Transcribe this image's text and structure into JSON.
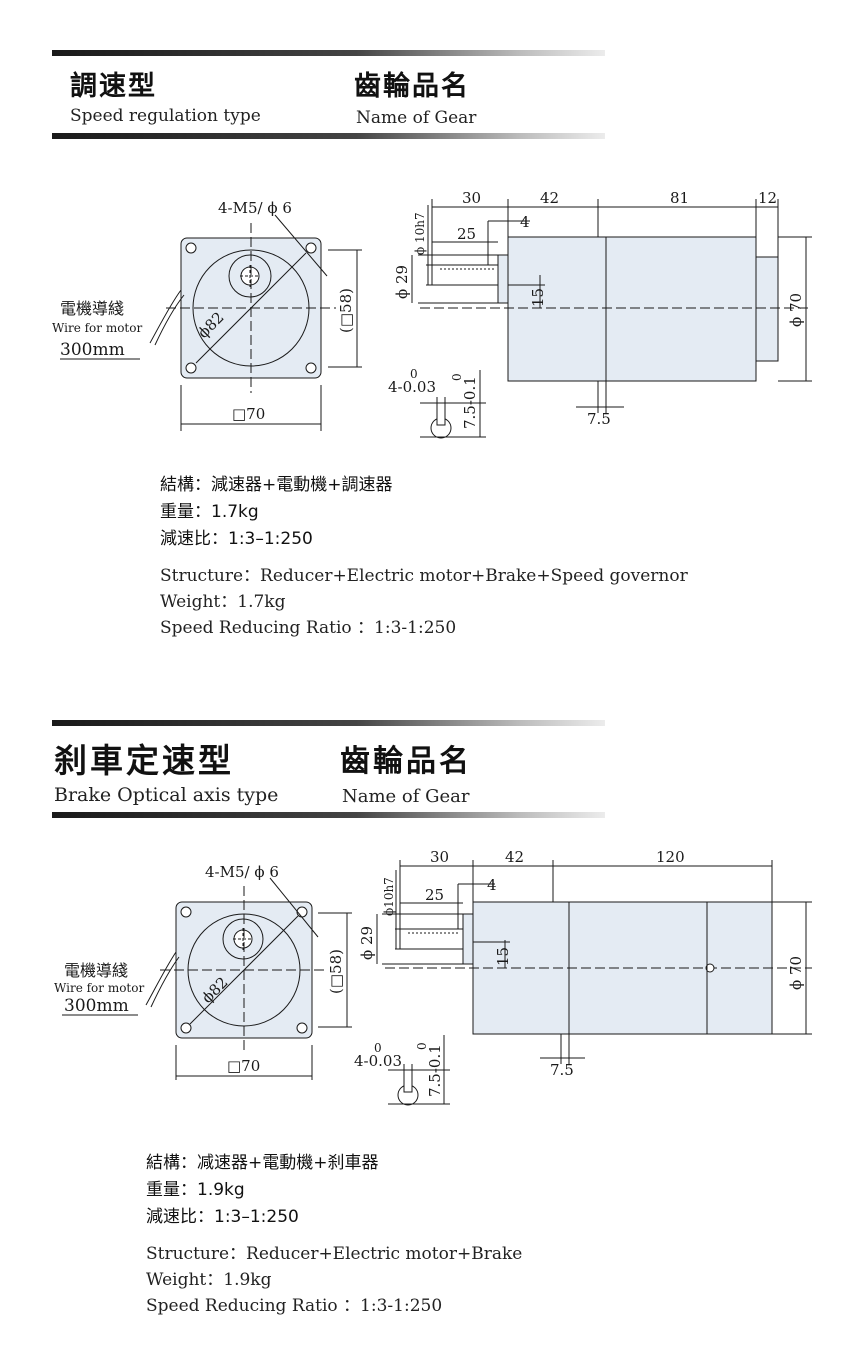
{
  "sections": [
    {
      "type_cn": "調速型",
      "type_en": "Speed regulation type",
      "gear_cn": "齒輪品名",
      "gear_en": "Name of Gear",
      "drawing": {
        "bolt_label": "4-M5/ ϕ 6",
        "wire_cn": "電機導綫",
        "wire_en": "Wire for motor",
        "wire_len": "300mm",
        "dia82": "ϕ82",
        "sq58": "(□58)",
        "sq70": "□70",
        "d30": "30",
        "d42": "42",
        "d_body": "81",
        "d12": "12",
        "d25": "25",
        "d4": "4",
        "d15": "15",
        "d75": "7.5",
        "phi10": "ϕ 10h7",
        "phi29": "ϕ 29",
        "phi70": "ϕ 70",
        "key_w": "4-0.03",
        "key_w_up": "0",
        "key_h": "7.5-0.1",
        "key_h_up": "0"
      },
      "spec_cn": [
        "結構：減速器+電動機+調速器",
        "重量：1.7kg",
        "減速比：1:3–1:250"
      ],
      "spec_en": [
        "Structure：Reducer+Electric motor+Brake+Speed governor",
        "Weight：1.7kg",
        "Speed Reducing Ratio ：1:3-1:250"
      ]
    },
    {
      "type_cn": "刹車定速型",
      "type_en": "Brake Optical axis type",
      "gear_cn": "齒輪品名",
      "gear_en": "Name of Gear",
      "drawing": {
        "bolt_label": "4-M5/ ϕ 6",
        "wire_cn": "電機導綫",
        "wire_en": "Wire for motor",
        "wire_len": "300mm",
        "dia82": "ϕ82",
        "sq58": "(□58)",
        "sq70": "□70",
        "d30": "30",
        "d42": "42",
        "d_body": "120",
        "d25": "25",
        "d4": "4",
        "d15": "15",
        "d75": "7.5",
        "phi10": "ϕ10h7",
        "phi29": "ϕ 29",
        "phi70": "ϕ 70",
        "key_w": "4-0.03",
        "key_w_up": "0",
        "key_h": "7.5-0.1",
        "key_h_up": "0"
      },
      "spec_cn": [
        "結構：减速器+電動機+刹車器",
        "重量：1.9kg",
        "減速比：1:3–1:250"
      ],
      "spec_en": [
        "Structure：Reducer+Electric motor+Brake",
        "Weight：1.9kg",
        "Speed Reducing Ratio ：1:3-1:250"
      ]
    }
  ],
  "colors": {
    "body_fill": "#e4ebf3",
    "line": "#1a1a1a"
  }
}
